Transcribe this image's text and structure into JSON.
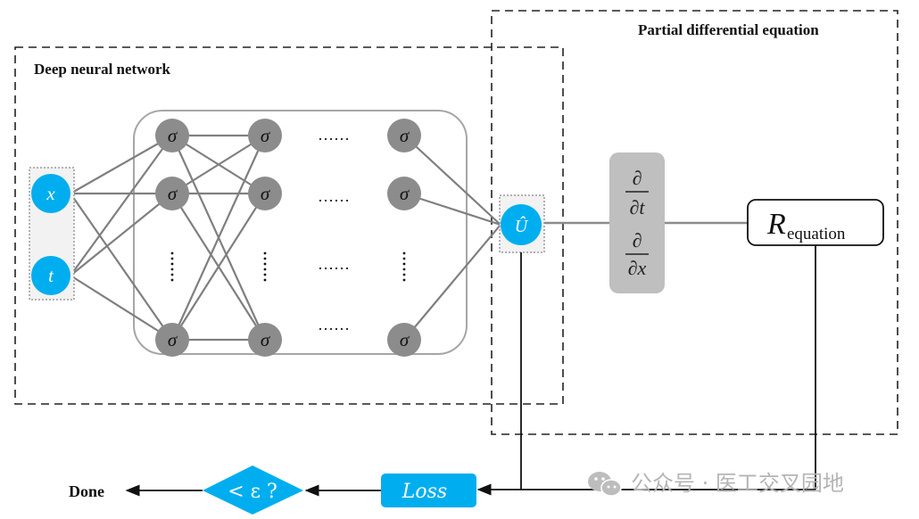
{
  "diagram": {
    "title": "Physics-informed neural network workflow",
    "colors": {
      "input_node": "#00aeef",
      "hidden_node": "#8c8c8c",
      "derivative_block": "#bfbfbf",
      "connection": "#7f7f7f",
      "flow_line": "#111111",
      "watermark": "#b5b5b5"
    },
    "regions": {
      "dnn": {
        "label": "Deep neural network"
      },
      "pde": {
        "label": "Partial differential equation"
      }
    },
    "inputs": [
      {
        "id": "x",
        "label": "x"
      },
      {
        "id": "t",
        "label": "t"
      }
    ],
    "hidden": {
      "activation_label": "σ",
      "layers": [
        {
          "nodes": [
            "σ",
            "σ",
            "σ"
          ],
          "ellipsis": "⋮"
        },
        {
          "nodes": [
            "σ",
            "σ",
            "σ"
          ],
          "ellipsis": "⋮"
        },
        {
          "nodes": [
            "σ",
            "σ",
            "σ"
          ],
          "ellipsis": "⋮"
        }
      ],
      "layer_gap_ellipsis": "……"
    },
    "output": {
      "label": "Û"
    },
    "derivatives": {
      "items": [
        {
          "numerator": "∂",
          "denominator": "∂t"
        },
        {
          "numerator": "∂",
          "denominator": "∂x"
        }
      ]
    },
    "residual": {
      "main": "R",
      "subscript": "equation"
    },
    "loss": {
      "label": "Loss"
    },
    "decision": {
      "label": "< ε ?"
    },
    "done": {
      "label": "Done"
    },
    "watermark": {
      "icon": "wechat-icon",
      "text": "公众号 · 医工交叉园地"
    }
  }
}
